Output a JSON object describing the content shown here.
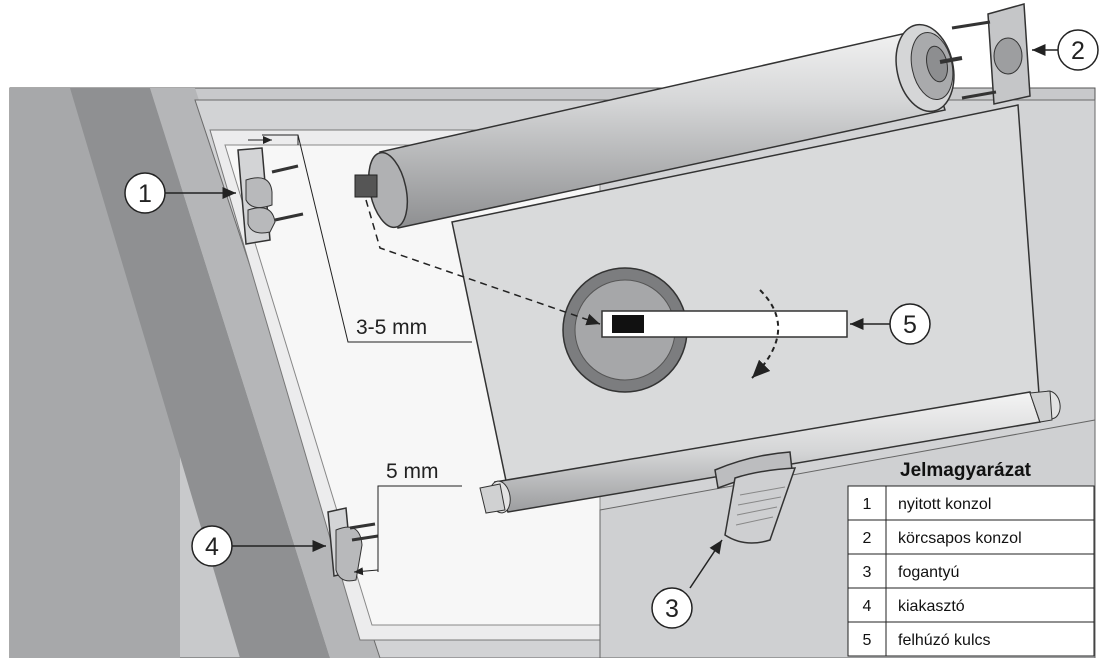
{
  "callouts": {
    "c1": "1",
    "c2": "2",
    "c3": "3",
    "c4": "4",
    "c5": "5"
  },
  "dimensions": {
    "gap_top": "3-5 mm",
    "gap_bottom": "5 mm"
  },
  "legend": {
    "title": "Jelmagyarázat",
    "rows": [
      {
        "num": "1",
        "label": "nyitott konzol"
      },
      {
        "num": "2",
        "label": "körcsapos konzol"
      },
      {
        "num": "3",
        "label": "fogantyú"
      },
      {
        "num": "4",
        "label": "kiakasztó"
      },
      {
        "num": "5",
        "label": "felhúzó kulcs"
      }
    ]
  },
  "colors": {
    "frame_dark": "#9a9a9a",
    "frame_mid": "#c4c4c4",
    "frame_light": "#dcdcdc",
    "fabric": "#d9dadb",
    "tube": "#bfc0c2",
    "outline": "#333333"
  }
}
